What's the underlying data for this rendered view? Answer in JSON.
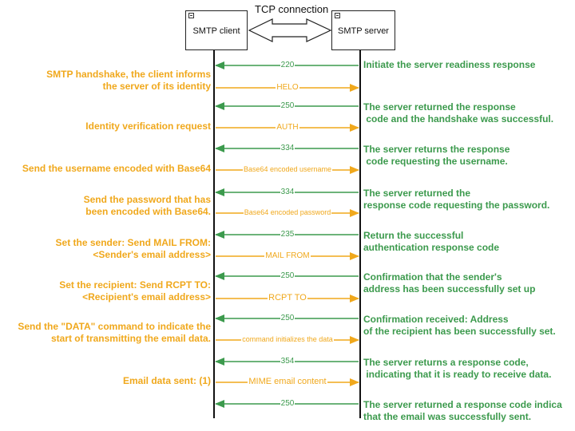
{
  "participants": {
    "client": "SMTP client",
    "server": "SMTP server",
    "connection": "TCP connection"
  },
  "colors": {
    "client_to_server": "#f0a81c",
    "server_to_client": "#3c9a4d",
    "lifeline": "#111111"
  },
  "steps": [
    {
      "direction": "server-to-client",
      "label": "220",
      "right_note": [
        "Initiate the server readiness response"
      ]
    },
    {
      "direction": "client-to-server",
      "label": "HELO",
      "left_note": [
        "SMTP handshake, the client informs",
        "the server of its identity"
      ]
    },
    {
      "direction": "server-to-client",
      "label": "250",
      "right_note": [
        "The server returned the response",
        " code and the handshake was successful."
      ]
    },
    {
      "direction": "client-to-server",
      "label": "AUTH",
      "left_note": [
        "Identity verification request"
      ]
    },
    {
      "direction": "server-to-client",
      "label": "334",
      "right_note": [
        "The server returns the response",
        " code requesting the username."
      ]
    },
    {
      "direction": "client-to-server",
      "label": "Base64 encoded username",
      "left_note": [
        "Send the username encoded with Base64"
      ]
    },
    {
      "direction": "server-to-client",
      "label": "334",
      "right_note": [
        "The server returned the",
        "response code requesting the password."
      ]
    },
    {
      "direction": "client-to-server",
      "label": "Base64 encoded password",
      "left_note": [
        "Send the password that has",
        "been encoded with Base64."
      ]
    },
    {
      "direction": "server-to-client",
      "label": "235",
      "right_note": [
        "Return the successful",
        "authentication response code"
      ]
    },
    {
      "direction": "client-to-server",
      "label": "MAIL FROM",
      "left_note": [
        "Set the sender: Send MAIL FROM:",
        "<Sender's email address>"
      ]
    },
    {
      "direction": "server-to-client",
      "label": "250",
      "right_note": [
        "Confirmation that the sender's",
        "address has been successfully set up"
      ]
    },
    {
      "direction": "client-to-server",
      "label": "RCPT TO",
      "left_note": [
        "Set the recipient: Send RCPT TO:",
        "<Recipient's email address>"
      ]
    },
    {
      "direction": "server-to-client",
      "label": "250",
      "right_note": [
        "Confirmation received: Address",
        "of the recipient has been successfully set."
      ]
    },
    {
      "direction": "client-to-server",
      "label": "command initializes the data",
      "left_note": [
        "Send the \"DATA\" command to indicate the",
        "start of transmitting the email data."
      ]
    },
    {
      "direction": "server-to-client",
      "label": "354",
      "right_note": [
        "The server returns a response code,",
        " indicating that it is ready to receive data."
      ]
    },
    {
      "direction": "client-to-server",
      "label": "MIME email content",
      "left_note": [
        "Email data sent: (1)"
      ]
    },
    {
      "direction": "server-to-client",
      "label": "250",
      "right_note": [
        "The server returned a response code indica",
        "that the email was successfully sent."
      ]
    }
  ]
}
